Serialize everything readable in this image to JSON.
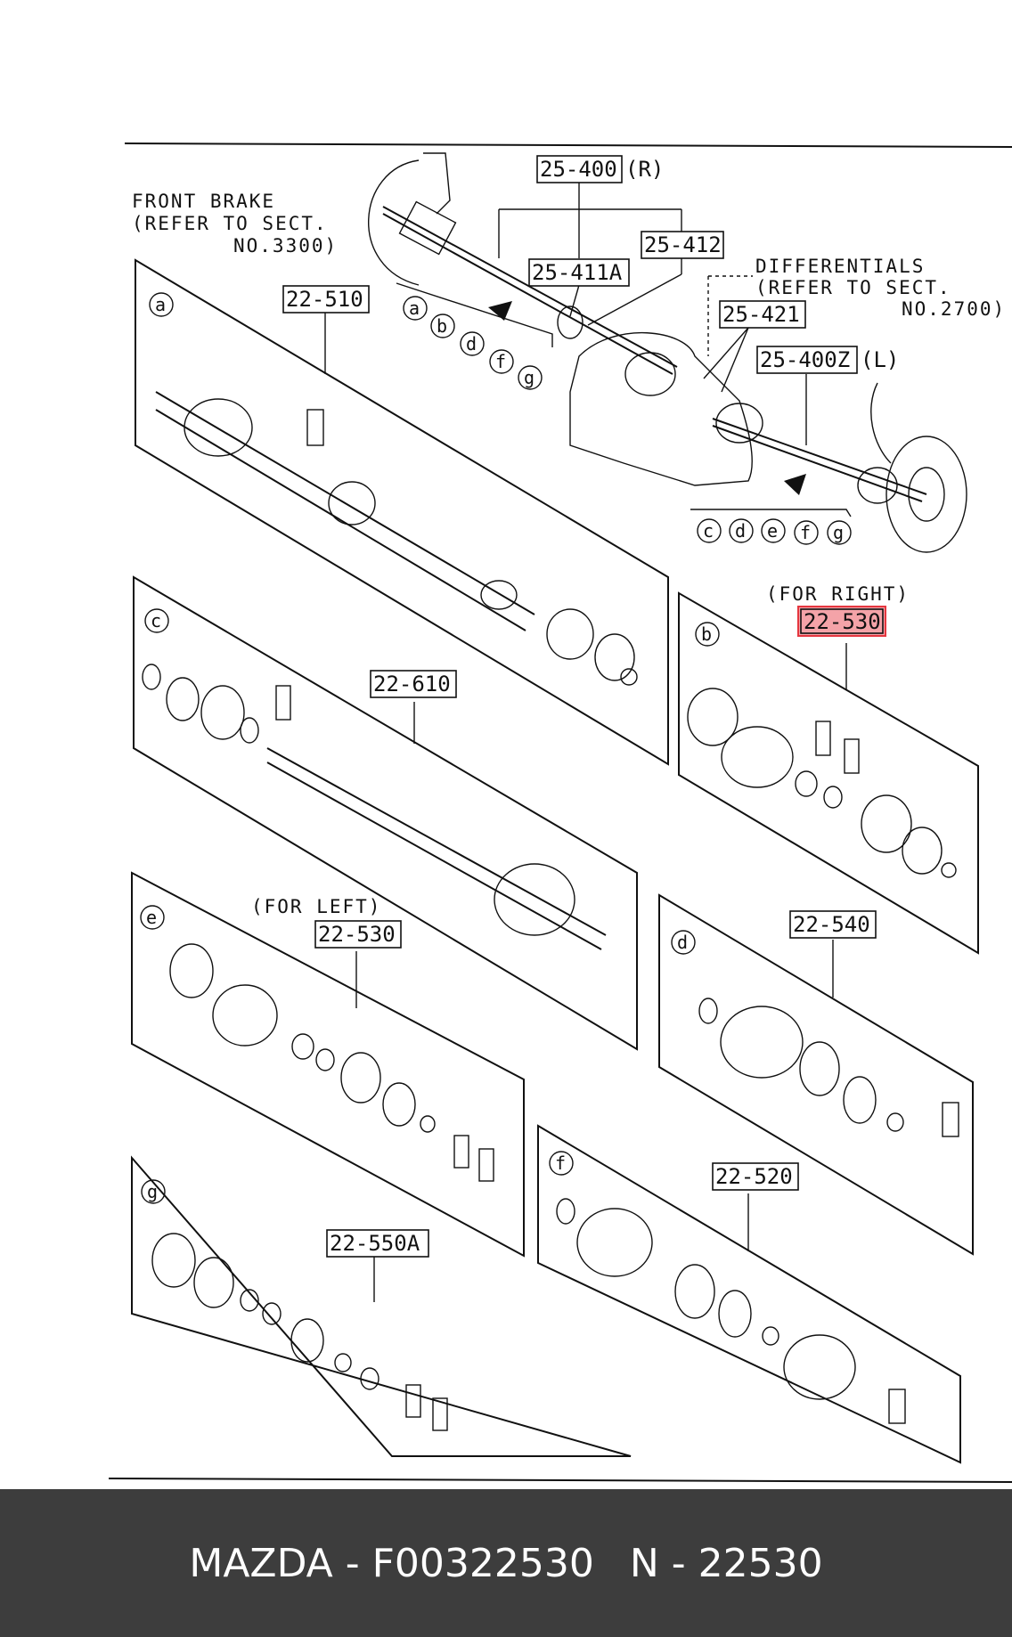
{
  "footer": {
    "brand_part": "MAZDA - F00322530",
    "alt_part": "N - 22530"
  },
  "colors": {
    "highlight_fill": "#f4a3a8",
    "highlight_stroke": "#e5363f",
    "footer_bg": "#3d3d3d"
  },
  "labels": {
    "l_25_400": "25-400",
    "l_R": "(R)",
    "l_25_412": "25-412",
    "l_25_411a": "25-411A",
    "l_25_421": "25-421",
    "l_25_400z": "25-400Z",
    "l_L": "(L)",
    "l_22_510": "22-510",
    "l_22_610": "22-610",
    "l_22_530_right": "22-530",
    "l_22_530_left": "22-530",
    "l_22_540": "22-540",
    "l_22_520": "22-520",
    "l_22_550a": "22-550A"
  },
  "notes": {
    "front_brake_1": "FRONT BRAKE",
    "front_brake_2": "(REFER TO SECT.",
    "front_brake_3": "NO.3300)",
    "diff_1": "DIFFERENTIALS",
    "diff_2": "(REFER TO SECT.",
    "diff_3": "NO.2700)",
    "for_right": "(FOR RIGHT)",
    "for_left": "(FOR LEFT)"
  },
  "panel_letters": {
    "a": "a",
    "b": "b",
    "c": "c",
    "d": "d",
    "e": "e",
    "f": "f",
    "g": "g"
  },
  "kit_groups": {
    "right_kit": [
      "a",
      "b",
      "d",
      "f",
      "g"
    ],
    "left_kit": [
      "c",
      "d",
      "e",
      "f",
      "g"
    ]
  }
}
